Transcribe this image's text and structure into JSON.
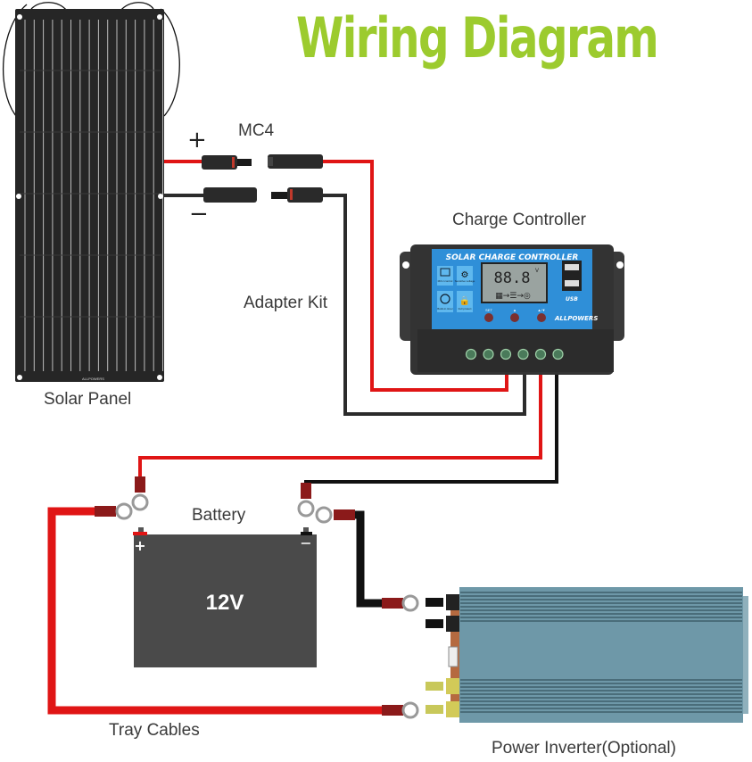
{
  "title": "Wiring Diagram",
  "labels": {
    "mc4": "MC4",
    "plus": "+",
    "minus": "−",
    "adapter_kit": "Adapter Kit",
    "charge_controller": "Charge Controller",
    "solar_panel": "Solar Panel",
    "battery": "Battery",
    "tray_cables": "Tray Cables",
    "power_inverter": "Power Inverter(Optional)"
  },
  "solar_panel": {
    "brand": "ALLPOWERS"
  },
  "controller": {
    "header": "SOLAR CHARGE CONTROLLER",
    "lcd_reading": "88.8",
    "lcd_unit": "V",
    "features": [
      "MCU control",
      "Sensitive voltage",
      "Build-in timer",
      "Full protect"
    ],
    "buttons": [
      "SET",
      "▲",
      "▲/▼"
    ],
    "usb_label": "USB",
    "brand": "ALLPOWERS",
    "terminal_count": 6
  },
  "battery": {
    "voltage": "12V",
    "positive": "+",
    "negative": "−"
  },
  "colors": {
    "title": "#9ccb2e",
    "wire_positive": "#e01515",
    "wire_negative": "#2b2b2b",
    "controller_face": "#2f8fd8",
    "battery_body": "#4a4a4a",
    "inverter_body": "#6e98a8",
    "panel": "#262626"
  }
}
